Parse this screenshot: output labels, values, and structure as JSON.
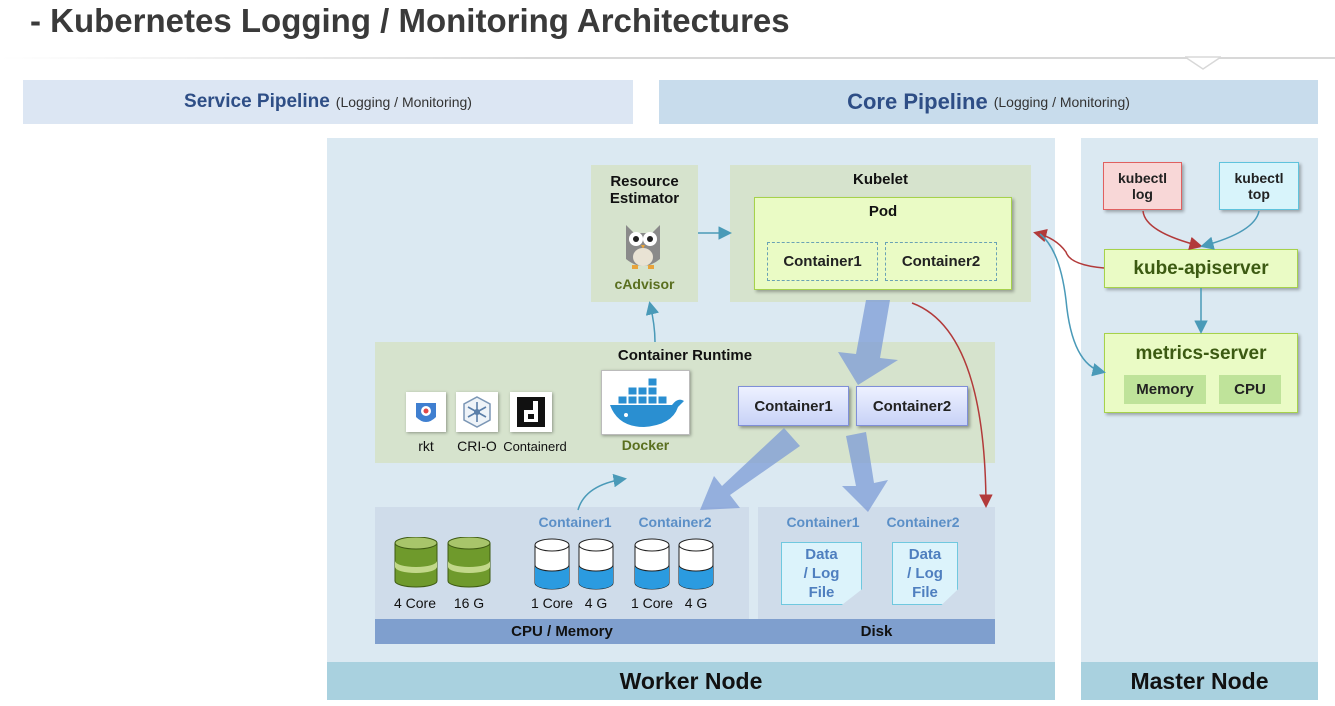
{
  "page": {
    "title": "- Kubernetes Logging / Monitoring Architectures"
  },
  "banners": {
    "service": {
      "main": "Service Pipeline",
      "sub": "(Logging / Monitoring)"
    },
    "core": {
      "main": "Core Pipeline",
      "sub": "(Logging / Monitoring)"
    }
  },
  "worker": {
    "footer": "Worker Node",
    "resource_estimator": {
      "title_line1": "Resource",
      "title_line2": "Estimator",
      "tool": "cAdvisor"
    },
    "kubelet": {
      "title": "Kubelet",
      "pod": {
        "title": "Pod",
        "containers": [
          "Container1",
          "Container2"
        ]
      }
    },
    "runtime": {
      "title": "Container Runtime",
      "engines": [
        "rkt",
        "CRI-O",
        "Containerd"
      ],
      "docker": "Docker",
      "containers": [
        "Container1",
        "Container2"
      ]
    },
    "cpu_memory": {
      "bar": "CPU / Memory",
      "node_labels": [
        "4 Core",
        "16 G"
      ],
      "container_titles": [
        "Container1",
        "Container2"
      ],
      "container1_labels": [
        "1 Core",
        "4 G"
      ],
      "container2_labels": [
        "1 Core",
        "4 G"
      ]
    },
    "disk": {
      "bar": "Disk",
      "container_titles": [
        "Container1",
        "Container2"
      ],
      "file_line1": "Data",
      "file_line2": "/ Log",
      "file_line3": "File"
    }
  },
  "master": {
    "footer": "Master Node",
    "kubectl_log": {
      "line1": "kubectl",
      "line2": "log"
    },
    "kubectl_top": {
      "line1": "kubectl",
      "line2": "top"
    },
    "apiserver": "kube-apiserver",
    "metrics_server": {
      "title": "metrics-server",
      "items": [
        "Memory",
        "CPU"
      ]
    }
  },
  "colors": {
    "banner_text": "#2e4e86",
    "node_background": "#dbe9f2",
    "node_footer": "#a9d1df",
    "lime_box": "#eafbc5",
    "container_blue": "#c8d2f7",
    "arrow_blue": "#6b8fd0",
    "arrow_red": "#b23a3a",
    "arrow_teal": "#4a9ab8"
  }
}
